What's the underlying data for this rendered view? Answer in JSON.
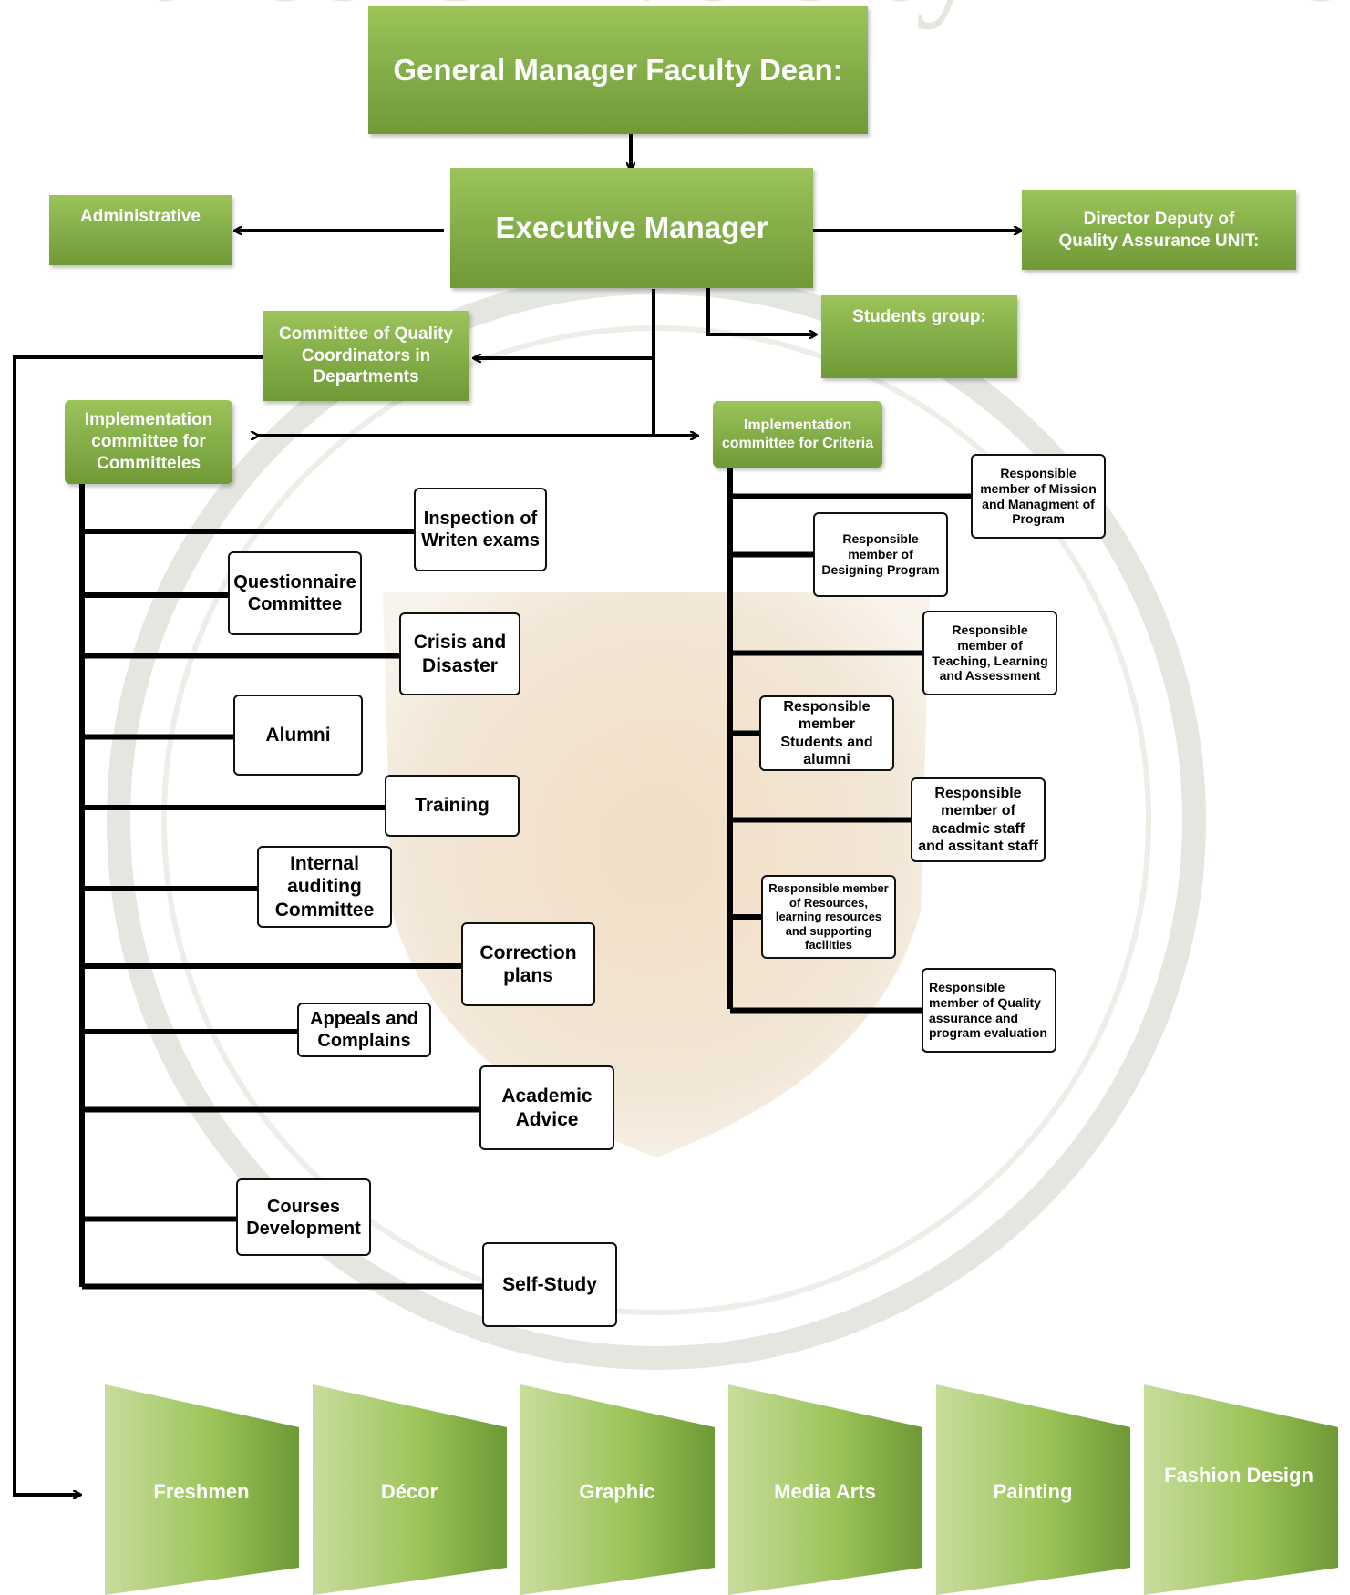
{
  "colors": {
    "green_light": "#c3dc95",
    "green_mid": "#86b04a",
    "green_dark": "#6f9a36",
    "line": "#000000",
    "watermark": "#c9cfc3"
  },
  "watermark": {
    "text": "Pharos University in Alexandria"
  },
  "top": {
    "general_manager": "General Manager Faculty Dean:",
    "executive_manager": "Executive Manager",
    "administrative": "Administrative",
    "director_deputy": "Director Deputy of Quality Assurance UNIT:",
    "students_group": "Students group:",
    "committee_quality": "Committee of Quality Coordinators in Departments"
  },
  "left_branch": {
    "header": "Implementation committee for Committeies",
    "items": [
      "Inspection of Writen exams",
      "Questionnaire Committee",
      "Crisis and Disaster",
      "Alumni",
      "Training",
      "Internal auditing Committee",
      "Correction plans",
      "Appeals and Complains",
      "Academic Advice",
      "Courses Development",
      "Self-Study"
    ]
  },
  "right_branch": {
    "header": "Implementation committee for Criteria",
    "items": [
      "Responsible member of Mission and Managment of Program",
      "Responsible member of Designing Program",
      "Responsible member of Teaching, Learning and Assessment",
      "Responsible member Students and alumni",
      "Responsible member of acadmic staff and assitant staff",
      "Responsible member of Resources, learning resources and supporting facilities",
      "Responsible member of Quality assurance and program evaluation"
    ]
  },
  "departments": [
    "Freshmen",
    "Décor",
    "Graphic",
    "Media Arts",
    "Painting",
    "Fashion Design"
  ]
}
